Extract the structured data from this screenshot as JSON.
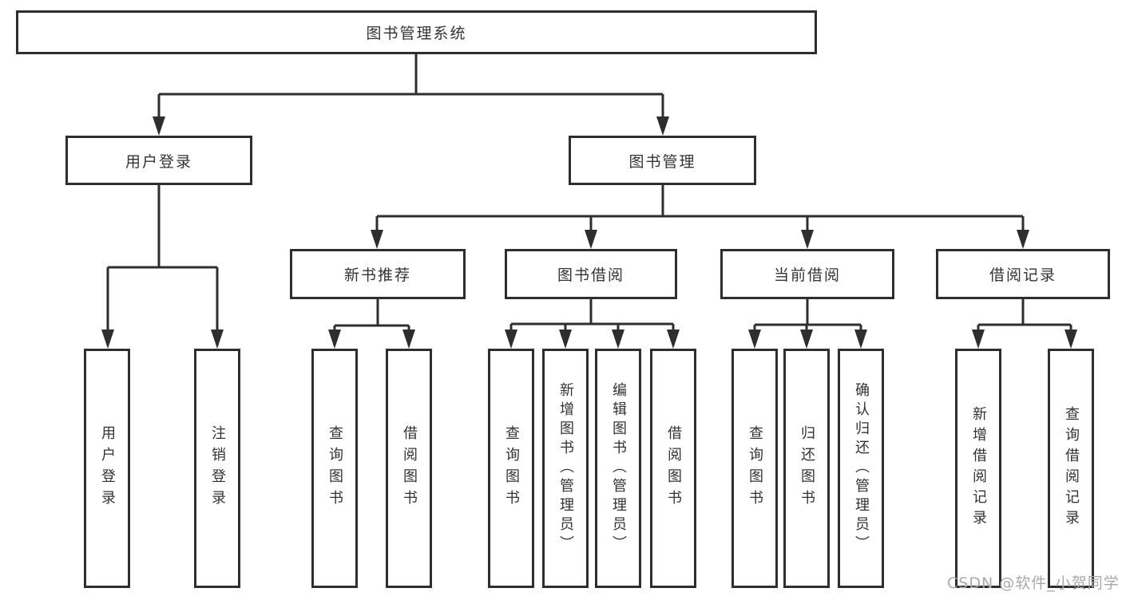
{
  "tree": {
    "label": "图书管理系统",
    "children": [
      {
        "label": "用户登录",
        "children": [
          {
            "label": "用户登录"
          },
          {
            "label": "注销登录"
          }
        ]
      },
      {
        "label": "图书管理",
        "children": [
          {
            "label": "新书推荐",
            "children": [
              {
                "label": "查询图书"
              },
              {
                "label": "借阅图书"
              }
            ]
          },
          {
            "label": "图书借阅",
            "children": [
              {
                "label": "查询图书"
              },
              {
                "label": "新增图书（管理员）"
              },
              {
                "label": "编辑图书（管理员）"
              },
              {
                "label": "借阅图书"
              }
            ]
          },
          {
            "label": "当前借阅",
            "children": [
              {
                "label": "查询图书"
              },
              {
                "label": "归还图书"
              },
              {
                "label": "确认归还（管理员）"
              }
            ]
          },
          {
            "label": "借阅记录",
            "children": [
              {
                "label": "新增借阅记录"
              },
              {
                "label": "查询借阅记录"
              }
            ]
          }
        ]
      }
    ]
  },
  "watermark": "CSDN @软件_小贺同学",
  "colors": {
    "line": "#2e2e2e",
    "box_border": "#2e2e2e",
    "text": "#333333",
    "watermark": "#a9a9a9",
    "background": "#ffffff"
  }
}
